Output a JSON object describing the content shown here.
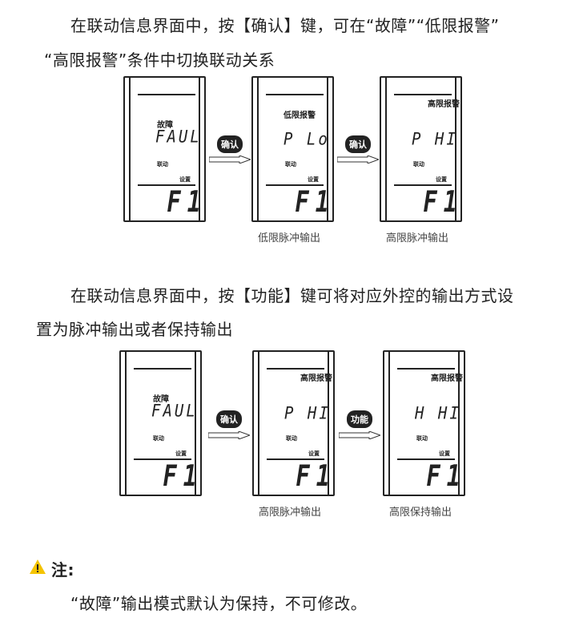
{
  "para1": {
    "line1": "在联动信息界面中，按【确认】键，可在“故障”“低限报警”",
    "line2": "“高限报警”条件中切换联动关系"
  },
  "para2": {
    "line1": "在联动信息界面中，按【功能】键可将对应外控的输出方式设",
    "line2": "置为脉冲输出或者保持输出"
  },
  "panel_common": {
    "link": "联动",
    "set": "设置",
    "number": "F1"
  },
  "row1": {
    "panels": [
      {
        "header": "故障",
        "seg": "FAUL"
      },
      {
        "header": "低限报警",
        "seg": "P Lo"
      },
      {
        "header": "高限报警",
        "seg": "P HI"
      }
    ],
    "buttons": [
      "确认",
      "确认"
    ],
    "captions": [
      "低限脉冲输出",
      "高限脉冲输出"
    ]
  },
  "row2": {
    "panels": [
      {
        "header": "故障",
        "seg": "FAUL"
      },
      {
        "header": "高限报警",
        "seg": "P HI"
      },
      {
        "header": "高限报警",
        "seg": "H HI"
      }
    ],
    "buttons": [
      "确认",
      "功能"
    ],
    "captions": [
      "高限脉冲输出",
      "高限保持输出"
    ]
  },
  "note": {
    "icon": "warning-icon",
    "title": "注:",
    "text": "“故障”输出模式默认为保持，不可修改。"
  }
}
